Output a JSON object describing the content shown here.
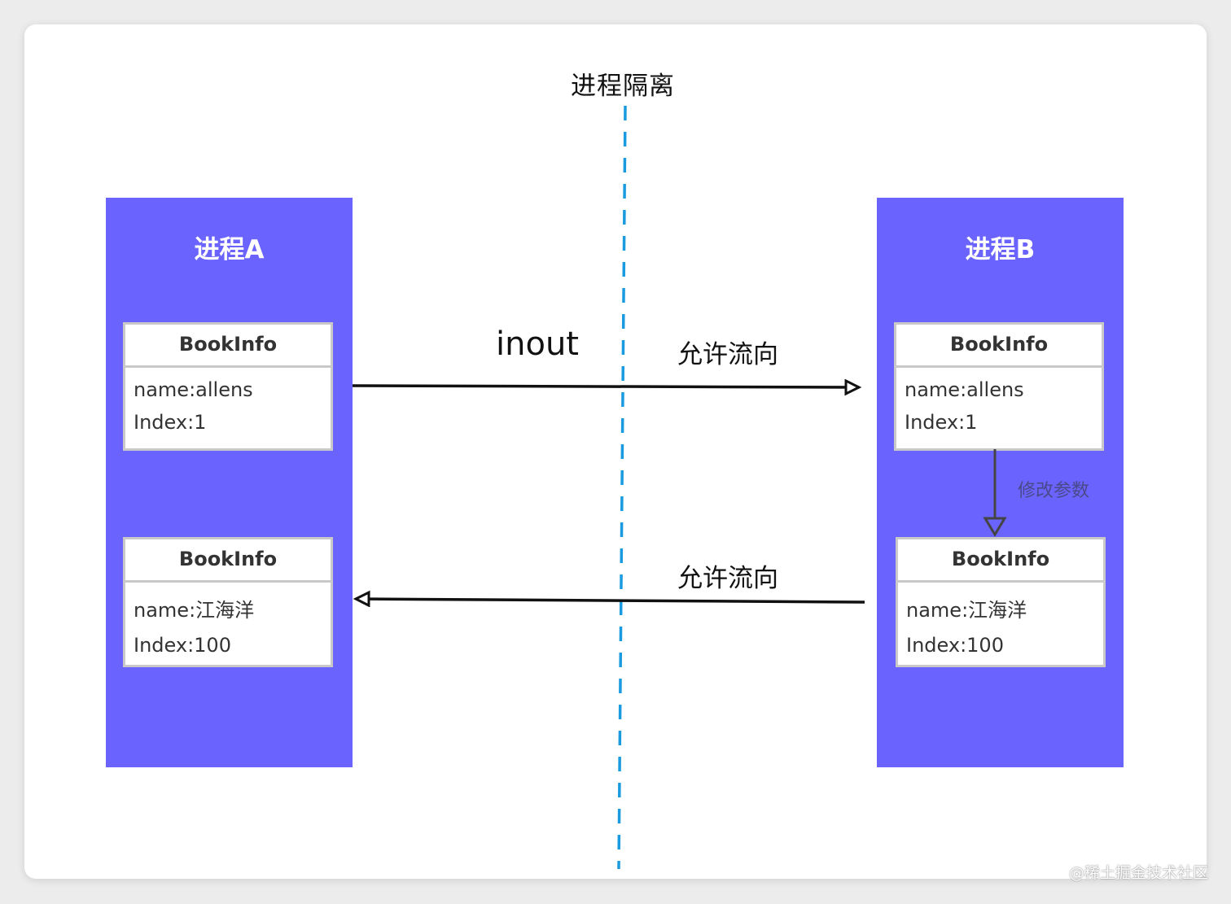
{
  "diagram": {
    "top_title": "进程隔离",
    "mode_label": "inout",
    "process_a": {
      "title": "进程A",
      "box1": {
        "header": "BookInfo",
        "line1": "name:allens",
        "line2": "Index:1"
      },
      "box2": {
        "header": "BookInfo",
        "line1": "name:江海洋",
        "line2": "Index:100"
      }
    },
    "process_b": {
      "title": "进程B",
      "box1": {
        "header": "BookInfo",
        "line1": "name:allens",
        "line2": "Index:1"
      },
      "box2": {
        "header": "BookInfo",
        "line1": "name:江海洋",
        "line2": "Index:100"
      }
    },
    "arrow_top_label": "允许流向",
    "arrow_bottom_label": "允许流向",
    "modify_label": "修改参数",
    "colors": {
      "process_fill": "#6b63fd",
      "divider": "#1a9be0",
      "arrow": "#111111",
      "modify_arrow": "#444444",
      "modify_text": "#4a4a8a"
    }
  },
  "watermark": "@稀土掘金技术社区"
}
